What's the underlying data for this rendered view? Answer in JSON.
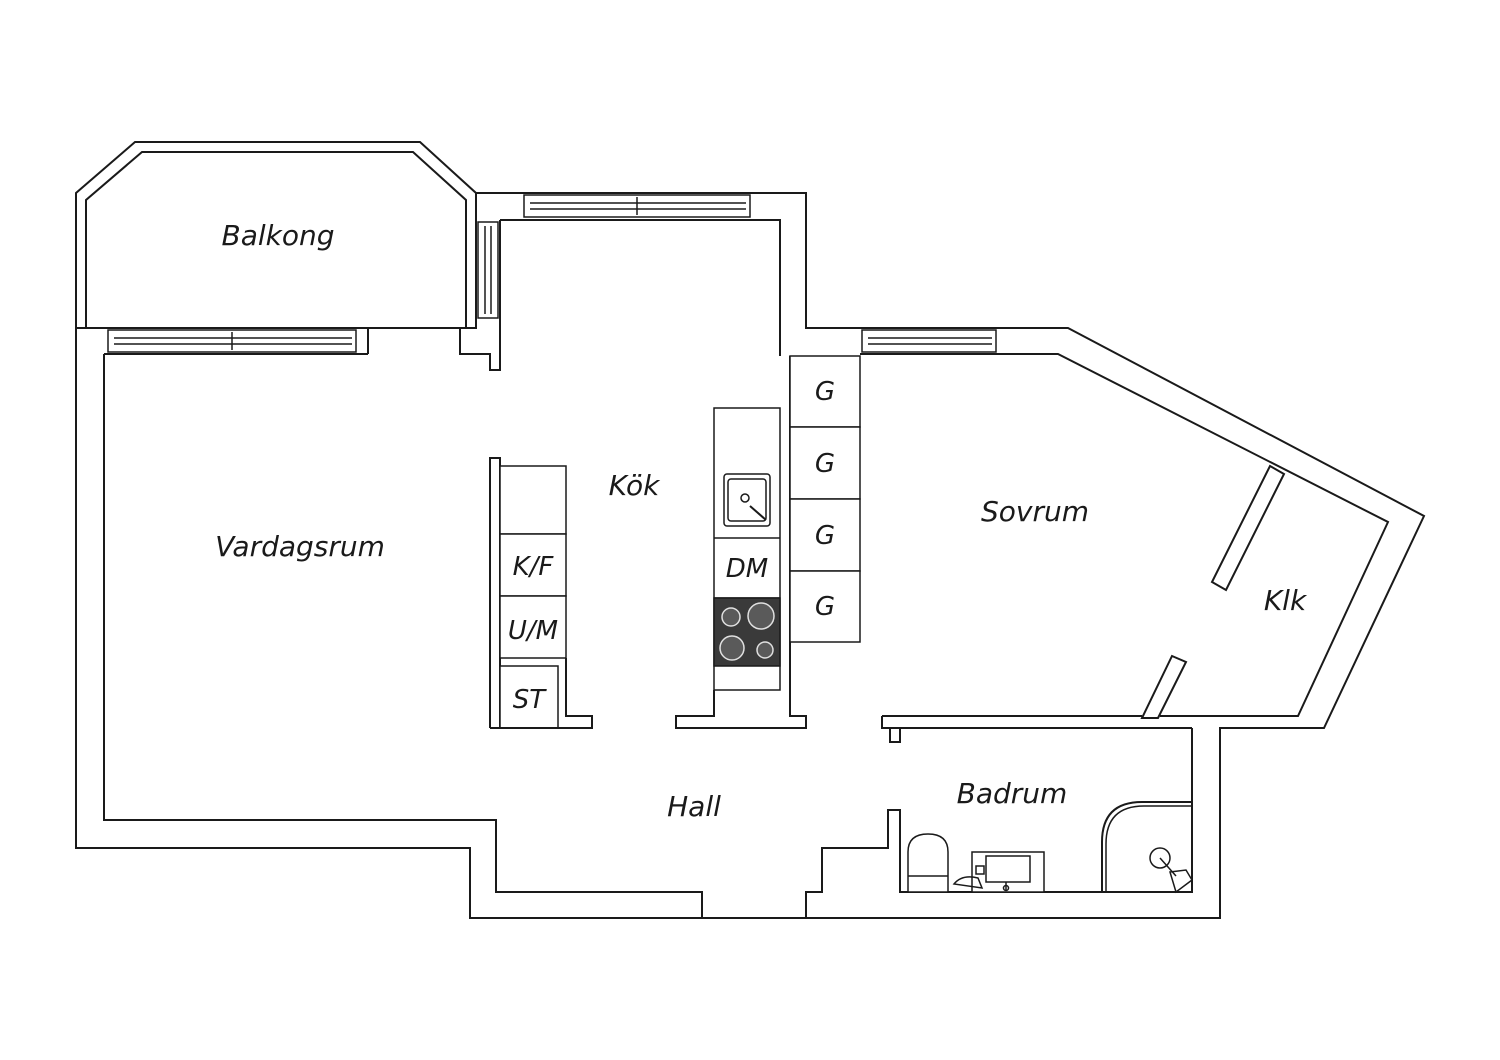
{
  "rooms": {
    "balkong": "Balkong",
    "vardagsrum": "Vardagsrum",
    "kok": "Kök",
    "sovrum": "Sovrum",
    "klk": "Klk",
    "hall": "Hall",
    "badrum": "Badrum"
  },
  "fixtures": {
    "kf": "K/F",
    "um": "U/M",
    "st": "ST",
    "dm": "DM",
    "wardrobes": [
      "G",
      "G",
      "G",
      "G"
    ]
  }
}
